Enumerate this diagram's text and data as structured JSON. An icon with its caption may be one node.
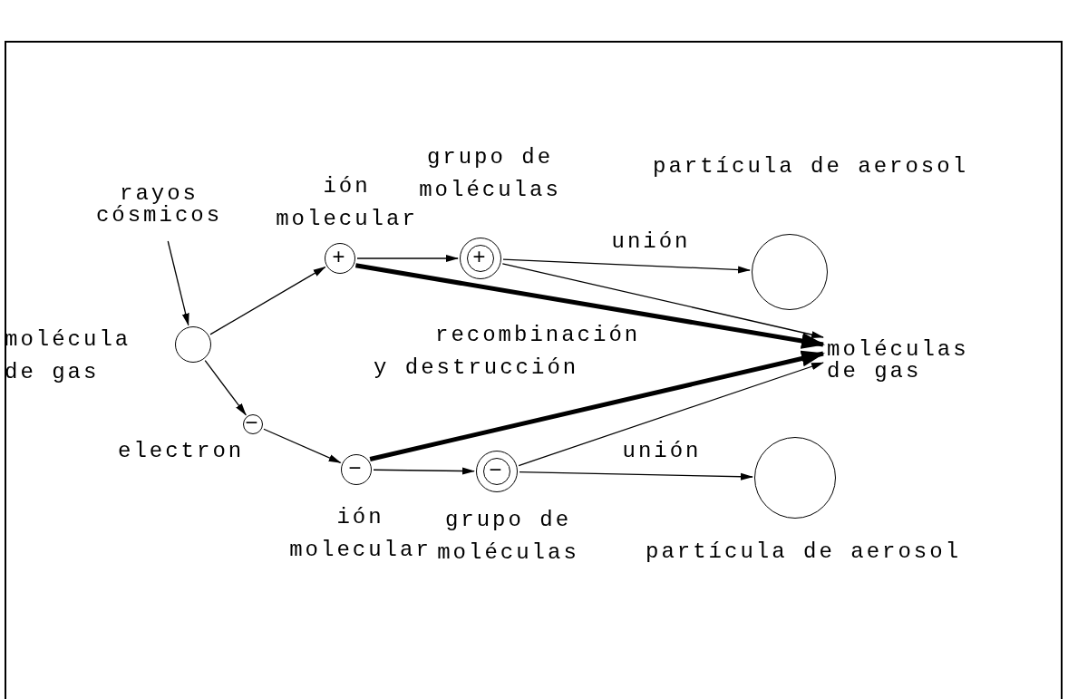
{
  "diagram": {
    "nodes": [
      {
        "text": [
          "rayos cósmicos"
        ]
      },
      {
        "text": [],
        "shape": "circle",
        "beside": [
          "molécula de gas"
        ]
      },
      {
        "text": [
          "−"
        ],
        "beside": [
          "electron"
        ]
      },
      {
        "text": [
          "+"
        ],
        "beside": [
          "ión molecular"
        ]
      },
      {
        "text": [
          "−"
        ],
        "beside": [
          "ión molecular"
        ]
      },
      {
        "text": [
          "+"
        ],
        "beside": [
          "grupo de moléculas"
        ]
      },
      {
        "text": [
          "−"
        ],
        "beside": [
          "grupo de moléculas"
        ]
      },
      {
        "text": [],
        "shape": "circle",
        "beside": [
          "partícula de aerosol"
        ]
      },
      {
        "text": [],
        "shape": "circle",
        "beside": [
          "partícula de aerosol"
        ]
      },
      {
        "text": [
          "moléculas de gas"
        ]
      }
    ],
    "edges": [
      {
        "from": 0,
        "to": 1,
        "arrow": "to"
      },
      {
        "from": 1,
        "to": 3,
        "arrow": "to"
      },
      {
        "from": 1,
        "to": 2,
        "arrow": "to"
      },
      {
        "from": 2,
        "to": 4,
        "arrow": "to"
      },
      {
        "from": 3,
        "to": 5,
        "arrow": "to"
      },
      {
        "from": 4,
        "to": 6,
        "arrow": "to"
      },
      {
        "from": 5,
        "to": 7,
        "arrow": "to",
        "label": "unión"
      },
      {
        "from": 6,
        "to": 8,
        "arrow": "to",
        "label": "unión"
      },
      {
        "from": 5,
        "to": 9,
        "arrow": "to"
      },
      {
        "from": 6,
        "to": 9,
        "arrow": "to"
      },
      {
        "from": 3,
        "to": 9,
        "arrow": "to",
        "style": "thick"
      },
      {
        "from": 4,
        "to": 9,
        "arrow": "to",
        "style": "thick"
      }
    ],
    "labels": [
      "recombinación y destrucción"
    ]
  }
}
